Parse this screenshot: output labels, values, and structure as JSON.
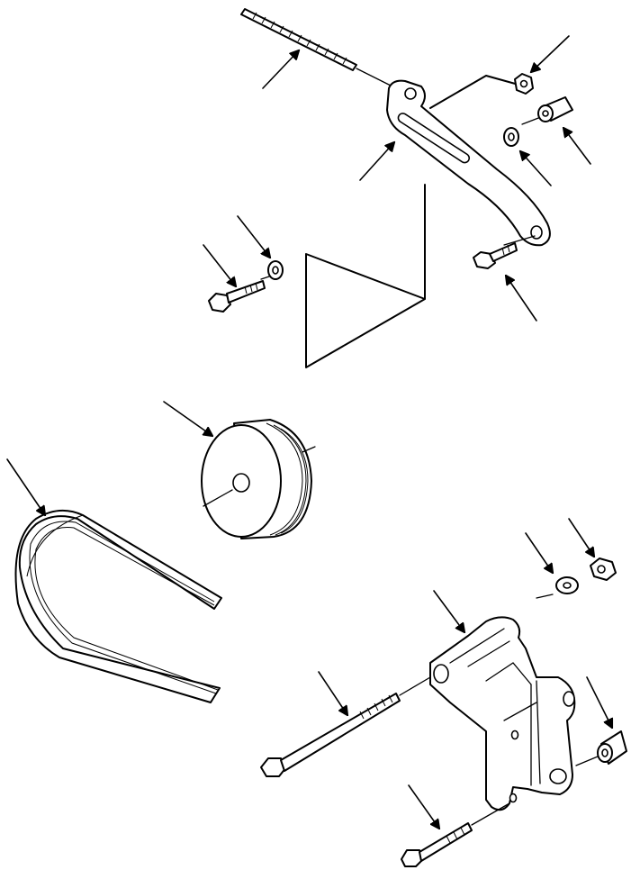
{
  "diagram": {
    "type": "exploded-parts-view",
    "parts": [
      "long-threaded-rod",
      "slotted-adjusting-bracket",
      "nut",
      "washer",
      "spacer",
      "bolt",
      "washer",
      "bolt",
      "pulley",
      "v-ribbed-belt",
      "mounting-bracket",
      "long-bolt",
      "bolt",
      "washer",
      "nut",
      "sleeve"
    ],
    "callout_arrows": 16,
    "line_color": "#000000",
    "background": "#ffffff"
  }
}
